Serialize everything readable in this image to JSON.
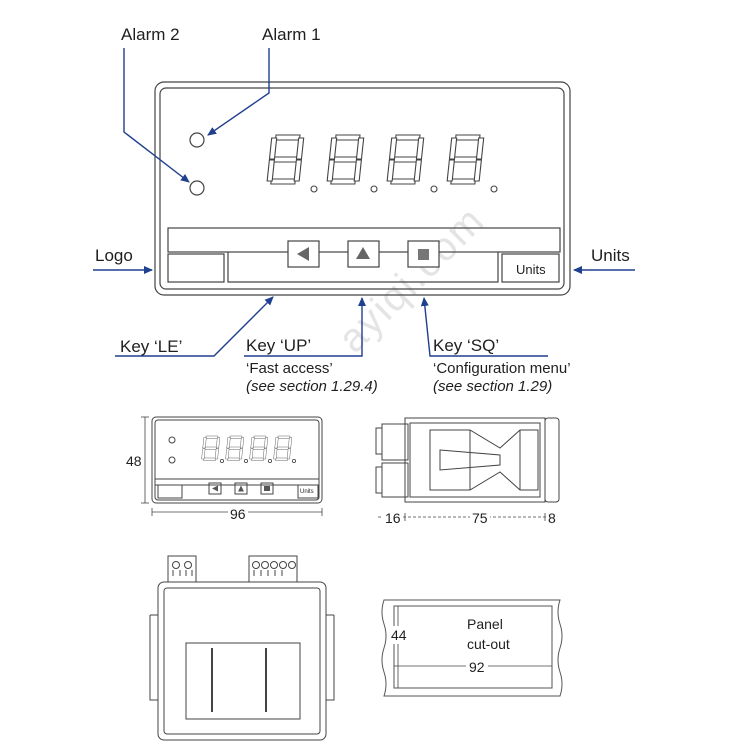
{
  "watermark": "ayiqi.com",
  "callouts": {
    "alarm2": "Alarm 2",
    "alarm1": "Alarm 1",
    "logo": "Logo",
    "units": "Units",
    "key_le": "Key ‘LE’",
    "key_up": "Key ‘UP’",
    "key_up_desc": "‘Fast access’",
    "key_up_ref": "(see section 1.29.4)",
    "key_sq": "Key ‘SQ’",
    "key_sq_desc": "‘Configuration menu’",
    "key_sq_ref": "(see section 1.29)"
  },
  "panel": {
    "units_label": "Units"
  },
  "small_panel": {
    "units_label": "Units"
  },
  "dimensions": {
    "front_height": "48",
    "front_width": "96",
    "side_front": "16",
    "side_body": "75",
    "side_back": "8",
    "cutout_height": "44",
    "cutout_width": "92",
    "cutout_title": "Panel",
    "cutout_title2": "cut-out"
  },
  "colors": {
    "arrow": "#1f3f8f",
    "line": "#444444"
  }
}
